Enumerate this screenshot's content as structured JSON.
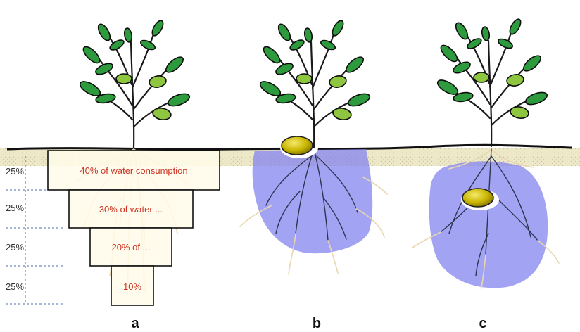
{
  "depth_scale": {
    "segments": [
      "25%",
      "25%",
      "25%",
      "25%"
    ]
  },
  "panel_a": {
    "label": "a",
    "zones": [
      {
        "text": "40% of water consumption"
      },
      {
        "text": "30% of water ..."
      },
      {
        "text": "20% of ..."
      },
      {
        "text": "10%"
      }
    ]
  },
  "panel_b": {
    "label": "b"
  },
  "panel_c": {
    "label": "c"
  },
  "colors": {
    "soil": "#e9e4c3",
    "water_bulb": "#8080f0",
    "emitter": "#c8b400",
    "zone_text": "#cc3322",
    "zone_fill": "#fffbea",
    "roots_light": "#e8d7b0",
    "roots_dark": "#2c3550"
  },
  "icons": {
    "plant": "plant-icon",
    "emitter": "dripper-emitter-icon"
  }
}
